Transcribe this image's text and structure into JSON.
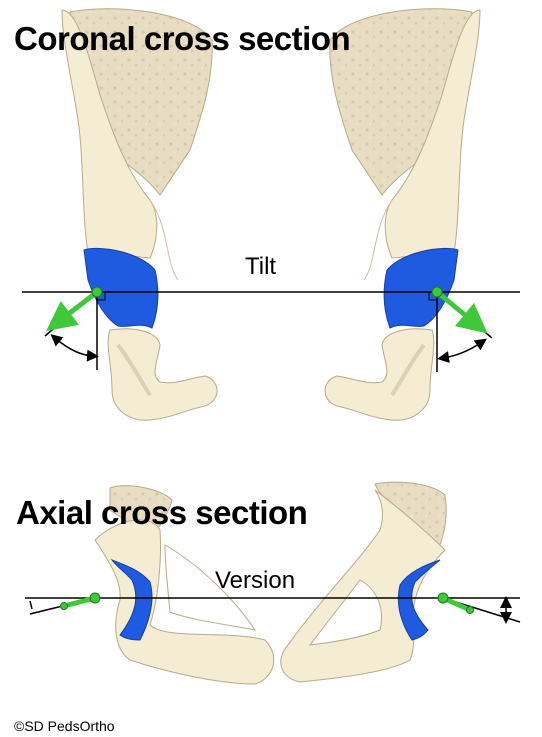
{
  "headings": {
    "coronal": "Coronal cross section",
    "axial": "Axial cross section"
  },
  "labels": {
    "tilt": "Tilt",
    "version": "Version"
  },
  "copyright": "©SD PedsOrtho",
  "colors": {
    "bone": "#f4ecd3",
    "bone_shadow": "#e2d6bc",
    "acetabulum": "#1f5be0",
    "vector_arrow": "#3fc83a",
    "reference_line": "#000000"
  }
}
